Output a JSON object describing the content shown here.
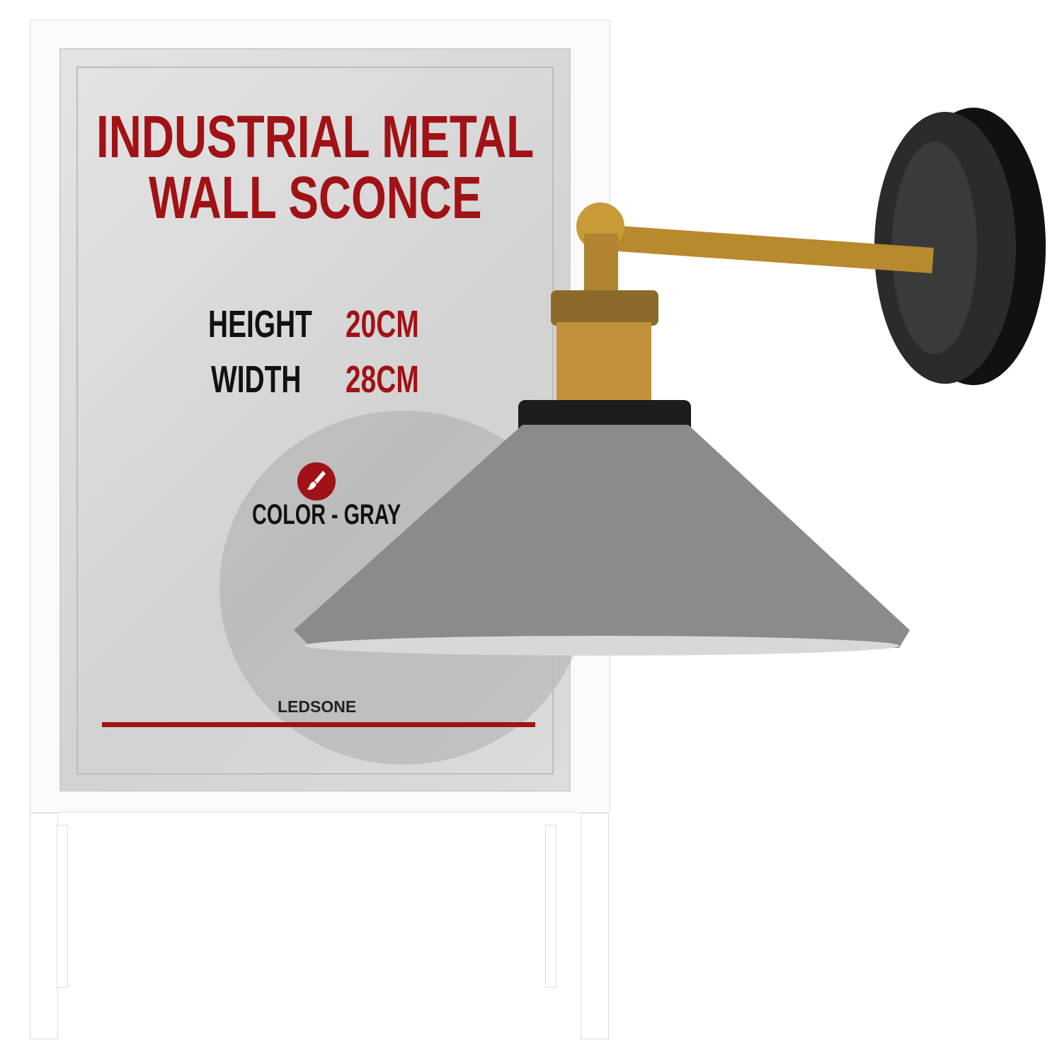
{
  "poster": {
    "title_line1": "INDUSTRIAL METAL",
    "title_line2": "WALL SCONCE",
    "specs": [
      {
        "label": "HEIGHT",
        "value": "20CM"
      },
      {
        "label": "WIDTH",
        "value": "28CM"
      }
    ],
    "color_label": "COLOR - GRAY",
    "brand": "LEDSONE"
  },
  "colors": {
    "accent": "#a01216",
    "shade": "#8a8b8c",
    "brass": "#b88a2e",
    "base": "#1a1a1a"
  },
  "icons": [
    "paintbrush-icon"
  ]
}
